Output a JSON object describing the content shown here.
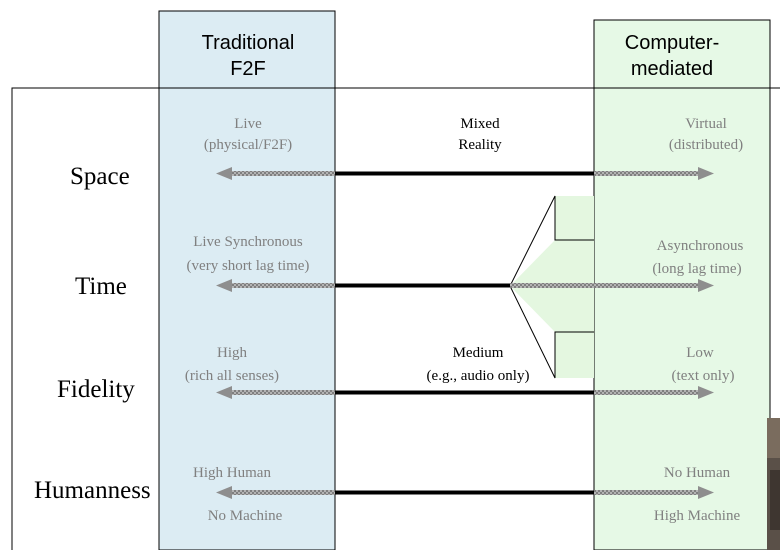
{
  "columns": {
    "left_header": [
      "Traditional",
      "F2F"
    ],
    "right_header": [
      "Computer-",
      "mediated"
    ]
  },
  "dimensions": [
    {
      "name": "Space",
      "left_text": [
        "Live",
        "(physical/F2F)"
      ],
      "middle_text": [
        "Mixed",
        "Reality"
      ],
      "right_text": [
        "Virtual",
        "(distributed)"
      ]
    },
    {
      "name": "Time",
      "left_text": [
        "Live Synchronous",
        "(very short lag time)"
      ],
      "middle_text": [],
      "right_text": [
        "Asynchronous",
        "(long lag time)"
      ]
    },
    {
      "name": "Fidelity",
      "left_text": [
        "High",
        "(rich all senses)"
      ],
      "middle_text": [
        "Medium",
        "(e.g., audio only)"
      ],
      "right_text": [
        "Low",
        "(text only)"
      ]
    },
    {
      "name": "Humanness",
      "left_text": [
        "High Human",
        "No Machine"
      ],
      "middle_text": [],
      "right_text": [
        "No Human",
        "High Machine"
      ]
    }
  ],
  "colors": {
    "left_column_fill": "#dcecf3",
    "right_column_fill": "#e6f9e6",
    "arrow_fill": "#e4f7e0",
    "muted_text": "#808080",
    "gray_arrow": "#8e8e8e"
  }
}
